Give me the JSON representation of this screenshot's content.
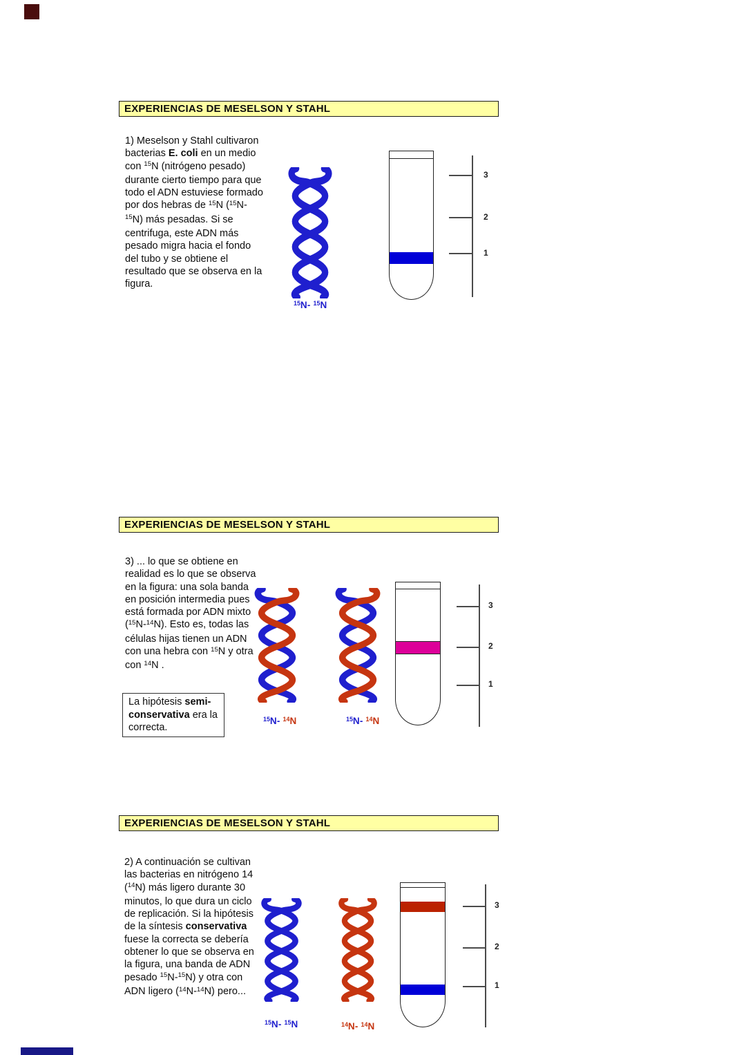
{
  "colors": {
    "title_bg": "#ffffa3",
    "helix_blue": "#1f1fce",
    "helix_red": "#c63510",
    "band_blue": "#0000d8",
    "band_magenta": "#dd0099",
    "band_red": "#bb2200",
    "artifact_top": "#4a0d0d",
    "artifact_bottom": "#191987"
  },
  "sections": [
    {
      "title": "EXPERIENCIAS DE MESELSON Y STAHL",
      "paragraph": [
        {
          "text": "1) Meselson y Stahl cultivaron bacterias "
        },
        {
          "text": "E. coli",
          "bold": true
        },
        {
          "text": " en un medio con "
        },
        {
          "text": "15",
          "sup": true
        },
        {
          "text": "N (nitrógeno pesado) durante cierto tiempo para que todo el ADN estuviese formado por dos hebras de "
        },
        {
          "text": "15",
          "sup": true
        },
        {
          "text": "N ("
        },
        {
          "text": "15",
          "sup": true
        },
        {
          "text": "N-"
        },
        {
          "text": "15",
          "sup": true
        },
        {
          "text": "N) más pesadas. Si se centrifuga, este ADN más pesado migra hacia el fondo del tubo y se obtiene el resultado que se observa en la figura."
        }
      ],
      "helix1_label": [
        {
          "text": "15",
          "sup": true,
          "color": "#1f1fce"
        },
        {
          "text": "N- ",
          "color": "#1f1fce"
        },
        {
          "text": "15",
          "sup": true,
          "color": "#1f1fce"
        },
        {
          "text": "N",
          "color": "#1f1fce"
        }
      ],
      "ruler": {
        "ticks": [
          "3",
          "2",
          "1"
        ]
      }
    },
    {
      "title": "EXPERIENCIAS DE MESELSON Y STAHL",
      "paragraph": [
        {
          "text": "3)  ... lo que se obtiene en realidad es lo que se observa en la figura: una sola banda en posición intermedia pues está formada por ADN mixto ("
        },
        {
          "text": "15",
          "sup": true
        },
        {
          "text": "N-"
        },
        {
          "text": "14",
          "sup": true
        },
        {
          "text": "N). Esto es, todas las células hijas tienen un ADN con una hebra con "
        },
        {
          "text": "15",
          "sup": true
        },
        {
          "text": "N  y otra con "
        },
        {
          "text": "14",
          "sup": true
        },
        {
          "text": "N ."
        }
      ],
      "note": [
        {
          "text": "La hipótesis "
        },
        {
          "text": "semi-conservativa",
          "bold": true
        },
        {
          "text": " era la correcta."
        }
      ],
      "helix1_label": [
        {
          "text": "15",
          "sup": true,
          "color": "#1f1fce"
        },
        {
          "text": "N- ",
          "color": "#1f1fce"
        },
        {
          "text": "14",
          "sup": true,
          "color": "#c63510"
        },
        {
          "text": "N",
          "color": "#c63510"
        }
      ],
      "helix2_label": [
        {
          "text": "15",
          "sup": true,
          "color": "#1f1fce"
        },
        {
          "text": "N- ",
          "color": "#1f1fce"
        },
        {
          "text": "14",
          "sup": true,
          "color": "#c63510"
        },
        {
          "text": "N",
          "color": "#c63510"
        }
      ],
      "ruler": {
        "ticks": [
          "3",
          "2",
          "1"
        ]
      }
    },
    {
      "title": "EXPERIENCIAS DE MESELSON Y STAHL",
      "paragraph": [
        {
          "text": "2) A continuación se cultivan las bacterias en nitrógeno 14 ("
        },
        {
          "text": "14",
          "sup": true
        },
        {
          "text": "N) más ligero durante 30 minutos, lo que dura un ciclo de replicación. Si la hipótesis de la síntesis "
        },
        {
          "text": "conservativa",
          "bold": true
        },
        {
          "text": " fuese la correcta se debería obtener lo que se observa en la figura, una banda de ADN pesado "
        },
        {
          "text": "15",
          "sup": true
        },
        {
          "text": "N-"
        },
        {
          "text": "15",
          "sup": true
        },
        {
          "text": "N) y otra con ADN ligero ("
        },
        {
          "text": "14",
          "sup": true
        },
        {
          "text": "N-"
        },
        {
          "text": "14",
          "sup": true
        },
        {
          "text": "N) pero..."
        }
      ],
      "helix1_label": [
        {
          "text": "15",
          "sup": true,
          "color": "#1f1fce"
        },
        {
          "text": "N- ",
          "color": "#1f1fce"
        },
        {
          "text": "15",
          "sup": true,
          "color": "#1f1fce"
        },
        {
          "text": "N",
          "color": "#1f1fce"
        }
      ],
      "helix2_label": [
        {
          "text": "14",
          "sup": true,
          "color": "#c63510"
        },
        {
          "text": "N- ",
          "color": "#c63510"
        },
        {
          "text": "14",
          "sup": true,
          "color": "#c63510"
        },
        {
          "text": "N",
          "color": "#c63510"
        }
      ],
      "ruler": {
        "ticks": [
          "3",
          "2",
          "1"
        ]
      }
    }
  ]
}
